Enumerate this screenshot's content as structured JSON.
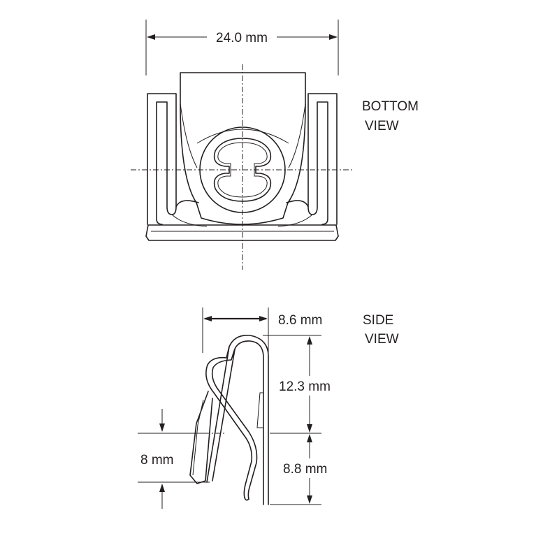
{
  "bottom_view": {
    "title_line1": "BOTTOM",
    "title_line2": "VIEW",
    "width_dimension": "24.0 mm"
  },
  "side_view": {
    "title_line1": "SIDE",
    "title_line2": "VIEW",
    "depth_dimension": "8.6 mm",
    "upper_height_dimension": "12.3 mm",
    "lower_height_dimension": "8.8 mm",
    "tab_height_dimension": "8 mm"
  },
  "colors": {
    "line": "#231f20",
    "background": "#ffffff"
  }
}
